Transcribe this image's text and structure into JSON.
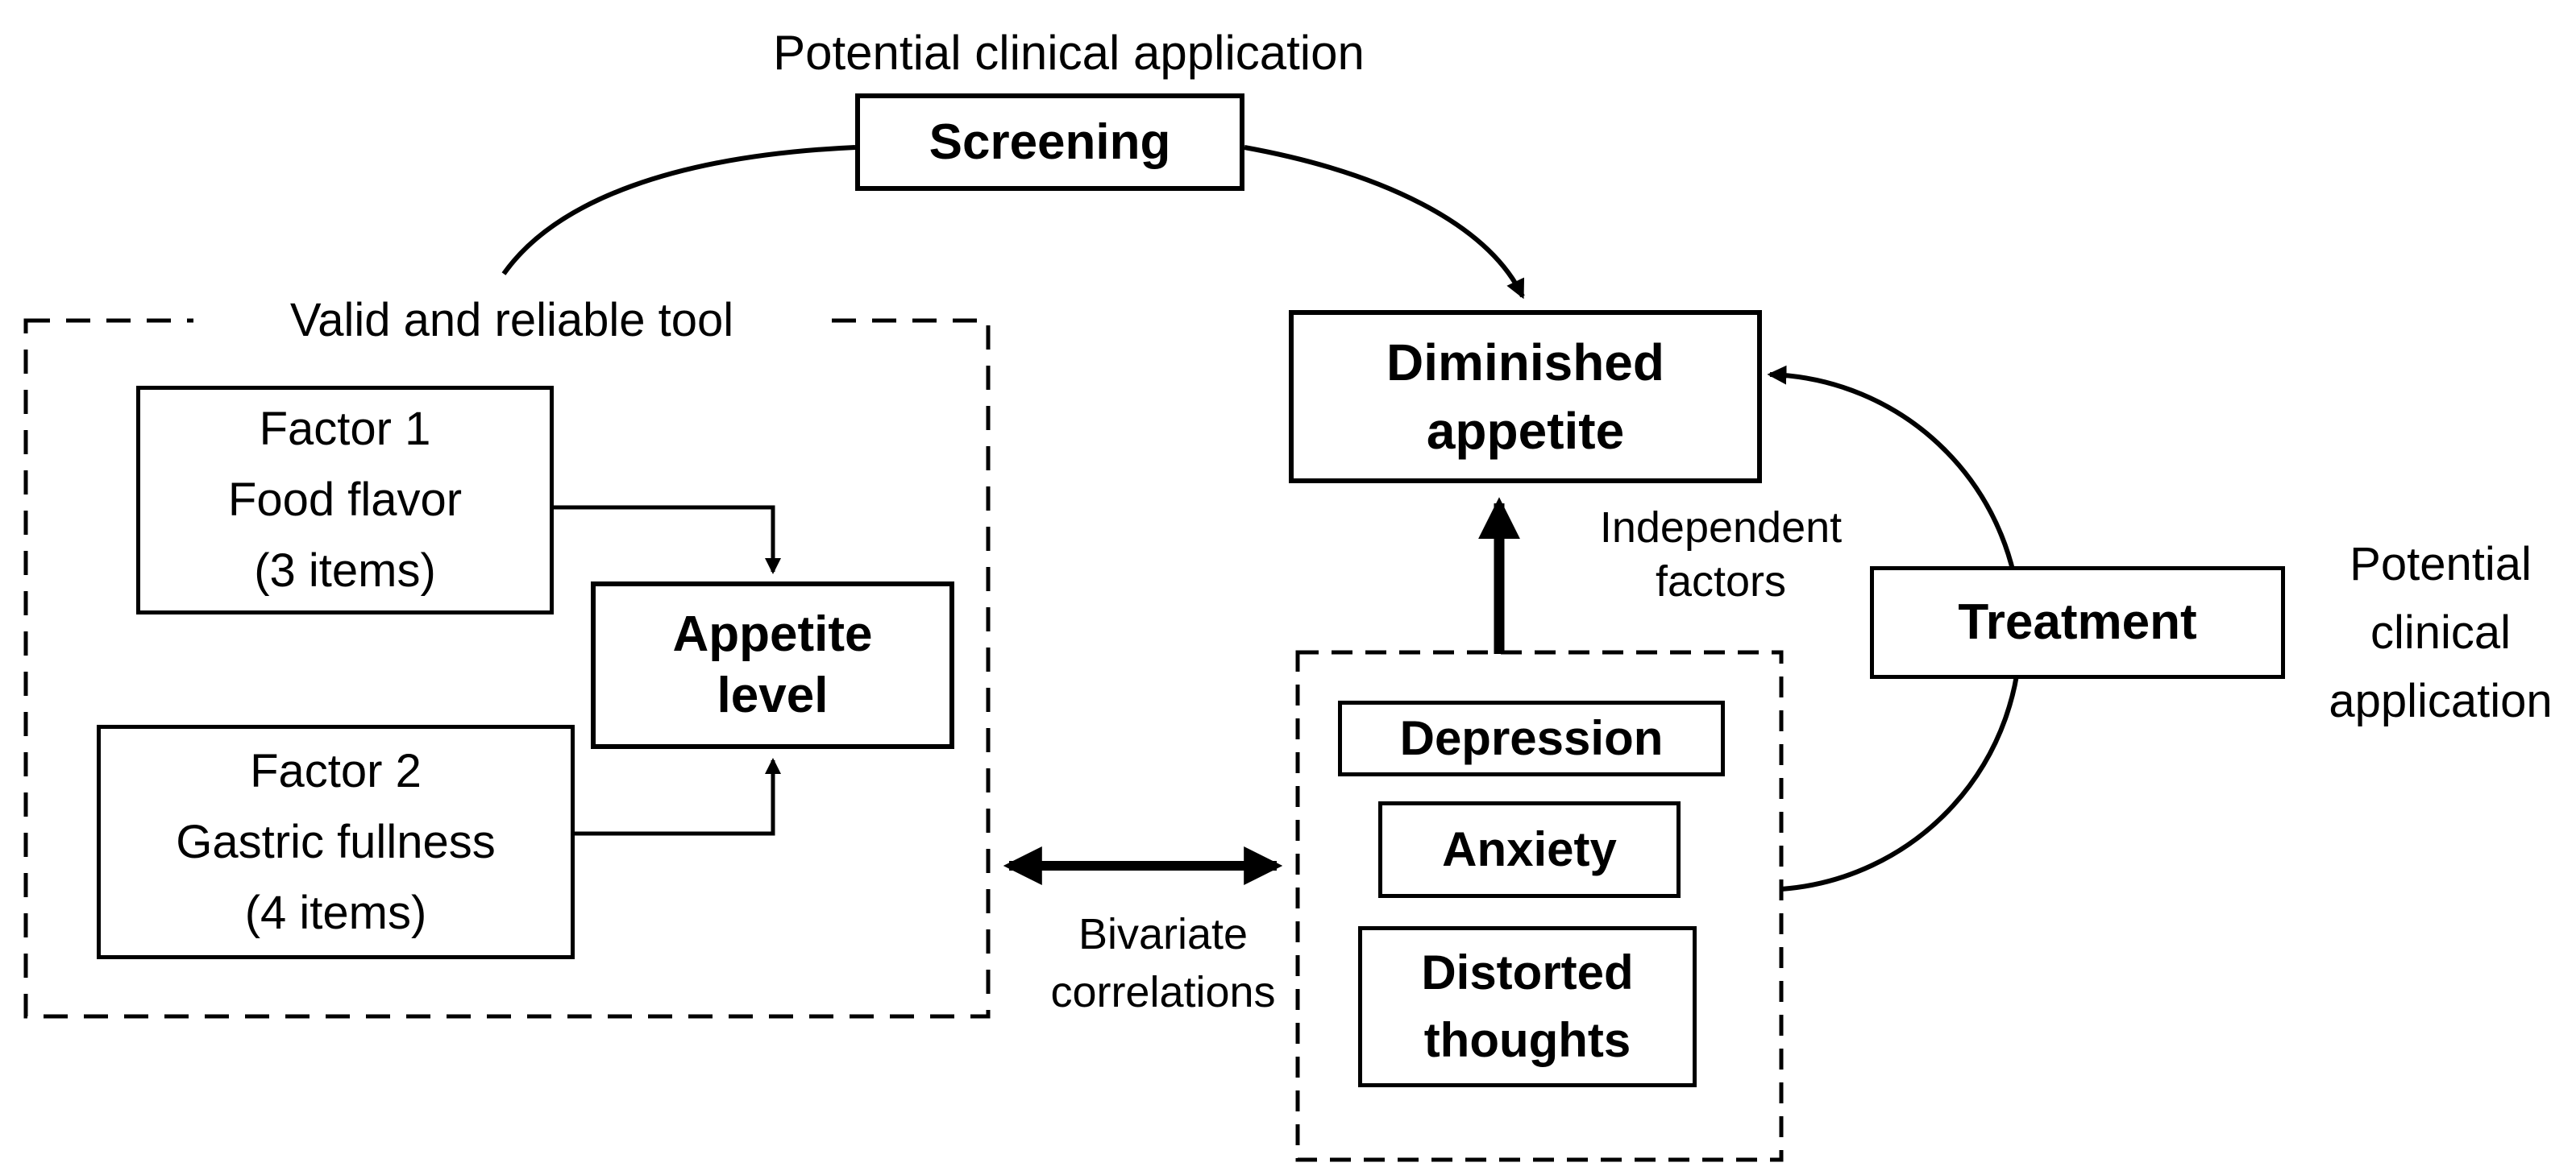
{
  "canvas": {
    "background_color": "#ffffff",
    "line_color": "#000000"
  },
  "labels": {
    "top_application": "Potential clinical application",
    "valid_tool": "Valid and reliable tool",
    "bivariate": [
      "Bivariate",
      "correlations"
    ],
    "independent": [
      "Independent",
      "factors"
    ],
    "right_application": [
      "Potential",
      "clinical",
      "application"
    ]
  },
  "nodes": {
    "screening": "Screening",
    "factor1": [
      "Factor 1",
      "Food flavor",
      "(3 items)"
    ],
    "factor2": [
      "Factor 2",
      "Gastric fullness",
      "(4 items)"
    ],
    "appetite": [
      "Appetite",
      "level"
    ],
    "diminished": [
      "Diminished",
      "appetite"
    ],
    "depression": "Depression",
    "anxiety": "Anxiety",
    "distorted": [
      "Distorted",
      "thoughts"
    ],
    "treatment": "Treatment"
  }
}
